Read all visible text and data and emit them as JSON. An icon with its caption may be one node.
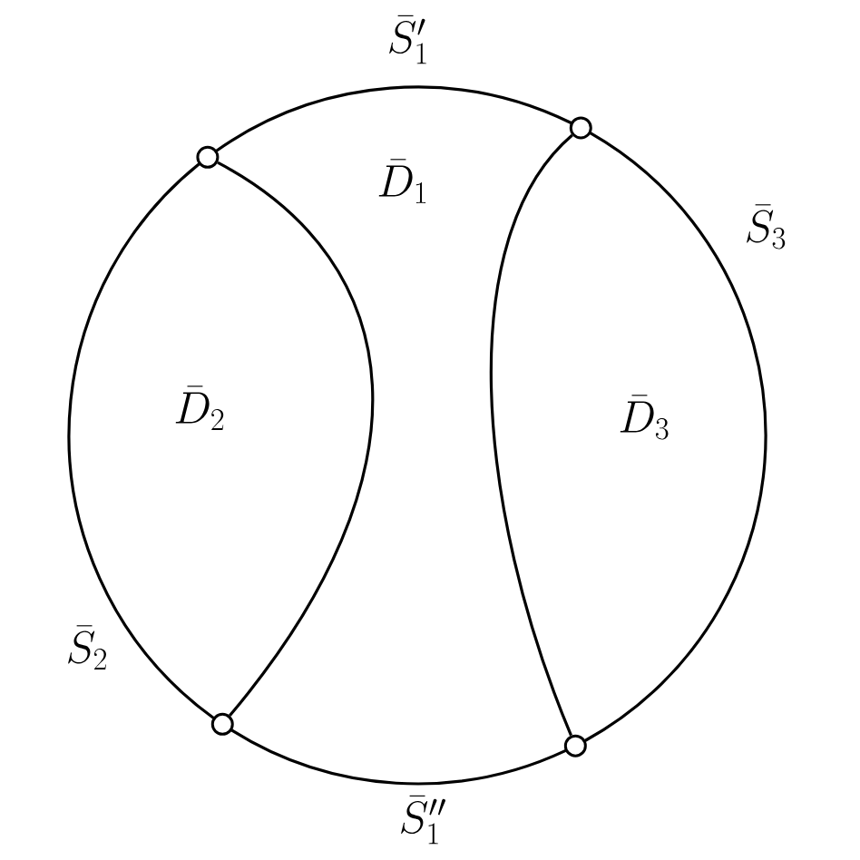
{
  "diagram": {
    "nodes": [
      {
        "text": [],
        "shape": "circle"
      },
      {
        "text": [],
        "shape": "circle"
      },
      {
        "text": [],
        "shape": "circle"
      },
      {
        "text": [],
        "shape": "circle"
      }
    ],
    "edges": [
      {
        "from": 0,
        "to": 1,
        "arrow": "none",
        "label": "\\bar{S}_1'"
      },
      {
        "from": 1,
        "to": 3,
        "arrow": "none",
        "label": "\\bar{S}_3"
      },
      {
        "from": 3,
        "to": 2,
        "arrow": "none",
        "label": "\\bar{S}_1''"
      },
      {
        "from": 2,
        "to": 0,
        "arrow": "none",
        "label": "\\bar{S}_2"
      },
      {
        "from": 0,
        "to": 2,
        "arrow": "none"
      },
      {
        "from": 1,
        "to": 3,
        "arrow": "none"
      }
    ],
    "labels": [
      "\\bar{D}_1",
      "\\bar{D}_2",
      "\\bar{D}_3"
    ]
  }
}
